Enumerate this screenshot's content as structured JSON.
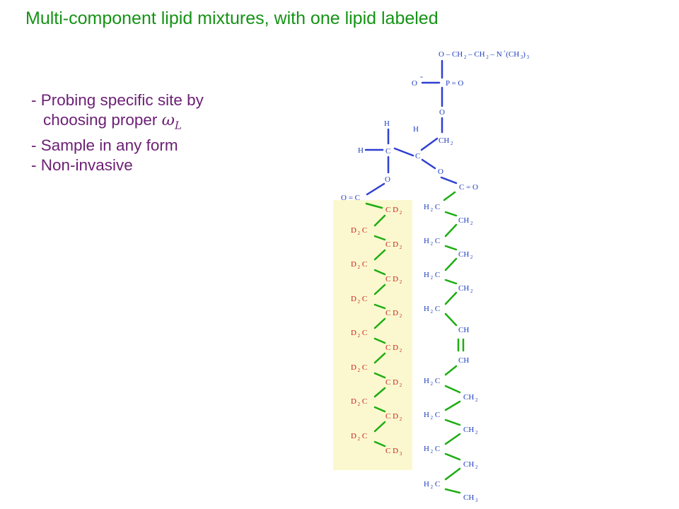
{
  "title": "Multi-component lipid mixtures, with one lipid labeled",
  "bullets": [
    {
      "dash": "- ",
      "text": "Probing specific site by"
    },
    {
      "dash": "",
      "text": "choosing proper ",
      "symbol": "ω",
      "sub": "L"
    },
    {
      "dash": "- ",
      "text": "Sample in any form"
    },
    {
      "dash": "- ",
      "text": "Non-invasive"
    }
  ],
  "colors": {
    "title": "#159316",
    "bullets": "#6b1f74",
    "atom_text": "#1f3dbf",
    "deuterium_text": "#c42222",
    "bond_blue": "#2f3fd1",
    "bond_green": "#1cad12",
    "highlight_box": "#fbf8cf"
  },
  "molecule": {
    "headgroup": {
      "o": "O",
      "dash": "–",
      "ch": "CH",
      "two": "2",
      "n": "N",
      "plus": "+",
      "me": "(CH",
      "three": "3",
      "close": ")",
      "trail": "3"
    },
    "phosphate": {
      "o": "O",
      "minus": "-",
      "p_eq_o": "P = O"
    },
    "ester_oxygen": "O",
    "ch2_top": {
      "text": "CH",
      "sub": "2"
    },
    "glycerol": {
      "h": "H",
      "c": "C"
    },
    "carbonyl_right": "C = O",
    "carbonyl_left": "O = C",
    "deuterated_chain": {
      "cd2": "C D",
      "d2c_a": "D",
      "d2c_b": "C",
      "two": "2",
      "cd3": "C D",
      "three": "3"
    },
    "protonated_chain": {
      "h2c_a": "H",
      "h2c_b": "C",
      "ch": "CH",
      "two": "2",
      "three": "3"
    }
  }
}
